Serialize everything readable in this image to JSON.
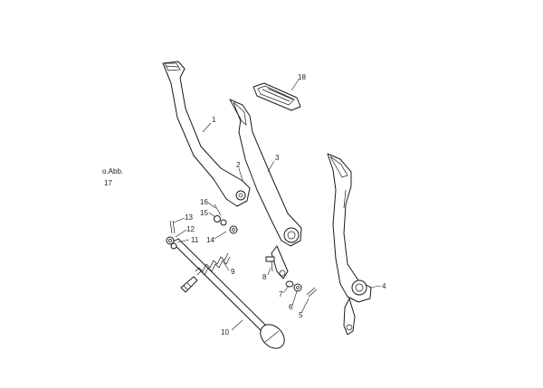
{
  "note": {
    "line1": "o.Abb.",
    "line2": "17"
  },
  "callouts": {
    "c1": "1",
    "c2": "2",
    "c3": "3",
    "c4": "4",
    "c5": "5",
    "c6": "6",
    "c7": "7",
    "c8": "8",
    "c9": "9",
    "c10": "10",
    "c11": "11",
    "c12": "12",
    "c13": "13",
    "c14": "14",
    "c15": "15",
    "c16": "16",
    "c18": "18"
  }
}
